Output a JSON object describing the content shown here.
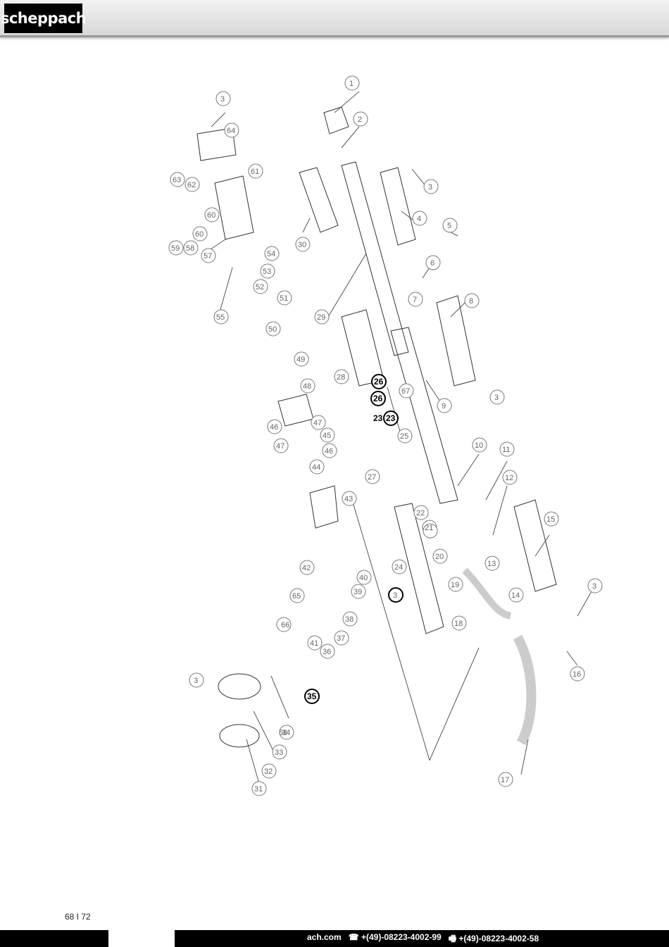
{
  "brand": {
    "logo_text": "scheppach"
  },
  "diagram": {
    "part_numbers": [
      "1",
      "2",
      "3",
      "3",
      "3",
      "3",
      "3",
      "3",
      "4",
      "5",
      "6",
      "7",
      "8",
      "9",
      "10",
      "11",
      "12",
      "13",
      "14",
      "15",
      "16",
      "17",
      "18",
      "19",
      "20",
      "21",
      "22",
      "23",
      "24",
      "25",
      "26",
      "27",
      "28",
      "29",
      "30",
      "31",
      "32",
      "33",
      "34",
      "35",
      "36",
      "37",
      "38",
      "39",
      "40",
      "41",
      "42",
      "43",
      "44",
      "45",
      "46",
      "46",
      "47",
      "47",
      "48",
      "49",
      "50",
      "51",
      "52",
      "53",
      "54",
      "55",
      "56",
      "57",
      "58",
      "59",
      "60",
      "60",
      "61",
      "62",
      "63",
      "64",
      "65",
      "66",
      "67",
      "23",
      "26"
    ]
  },
  "page": {
    "number": "68 I 72"
  },
  "footer": {
    "web": "ach.com",
    "phone": "☎ +(49)-08223-4002-99",
    "fax": "🖷 +(49)-08223-4002-58"
  }
}
